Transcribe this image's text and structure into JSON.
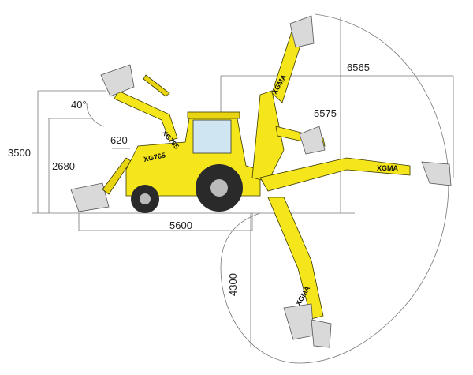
{
  "dimensions": {
    "height_total": "3500",
    "height_loader_pin": "2680",
    "dump_reach": "620",
    "dump_angle": "40°",
    "wheelbase_length": "5600",
    "reach_max": "6565",
    "height_max": "5575",
    "dig_depth": "4300"
  },
  "brand_labels": {
    "cab_side": "XG765",
    "boom_arm": "XGMA",
    "stick_horizontal": "XGMA",
    "stick_vertical": "XGMA",
    "cab_model": "XG765"
  },
  "colors": {
    "machine_yellow": "#f5e51b",
    "bucket_gray": "#d9d9d9",
    "line_gray": "#777777"
  }
}
